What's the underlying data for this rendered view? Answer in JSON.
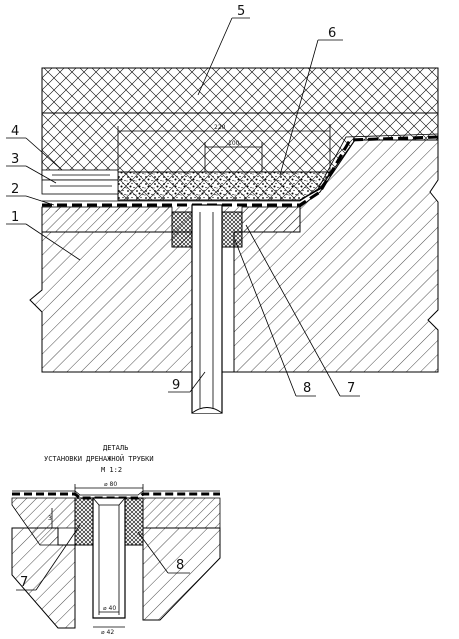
{
  "main_section": {
    "labels": {
      "l1": "1",
      "l2": "2",
      "l3": "3",
      "l4": "4",
      "l5": "5",
      "l6": "6",
      "l7": "7",
      "l8": "8",
      "l9": "9"
    },
    "dimensions": {
      "overall": "220",
      "inner": "100"
    }
  },
  "detail": {
    "title_line1": "ДЕТАЛЬ",
    "title_line2": "УСТАНОВКИ ДРЕНАЖНОЙ ТРУБКИ",
    "scale": "М 1:2",
    "dim_top": "⌀ 80",
    "dim_left": "3",
    "dim_inner": "⌀ 40",
    "dim_outer": "⌀ 42",
    "labels": {
      "l7": "7",
      "l8": "8"
    }
  }
}
